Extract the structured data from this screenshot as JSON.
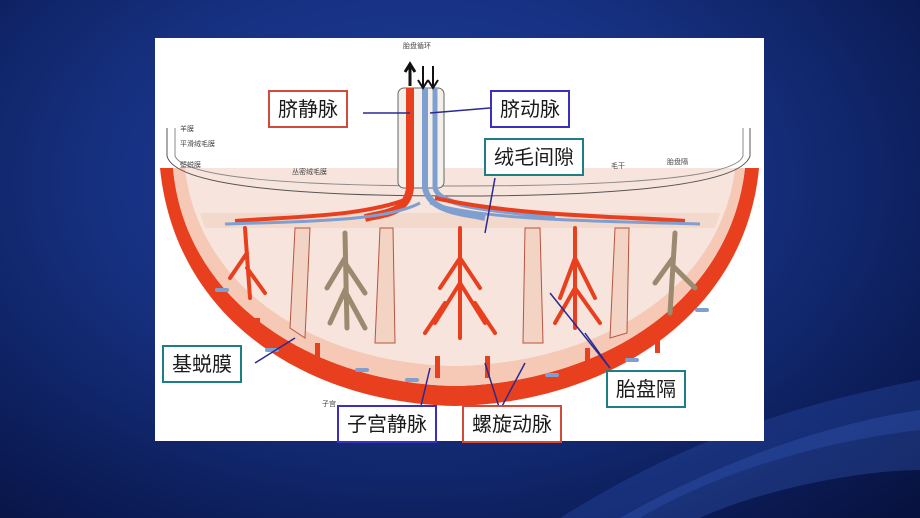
{
  "diagram": {
    "labels": {
      "umbilical_vein": "脐静脉",
      "umbilical_artery": "脐动脉",
      "intervillous_space": "绒毛间隙",
      "decidua_basalis": "基蜕膜",
      "placental_septum": "胎盘隔",
      "uterine_vein": "子宫静脉",
      "spiral_artery": "螺旋动脉"
    },
    "small_labels": {
      "placental_circulation": "胎盘循环",
      "amnion": "羊膜",
      "smooth_chorion": "平滑绒毛膜",
      "decidua_capsularis": "壁蜕膜",
      "chorion_frondosum": "丛密绒毛膜",
      "stem_villus": "毛干",
      "placental_septum_small": "胎盘隔",
      "uterine_small": "子宫"
    },
    "colors": {
      "artery": "#e8401f",
      "vein": "#7f9fd0",
      "tissue": "#f7d7c8",
      "label_red_border": "#d24b3a",
      "label_blue_border": "#3a2fbf",
      "label_teal_border": "#1c7f86"
    }
  }
}
